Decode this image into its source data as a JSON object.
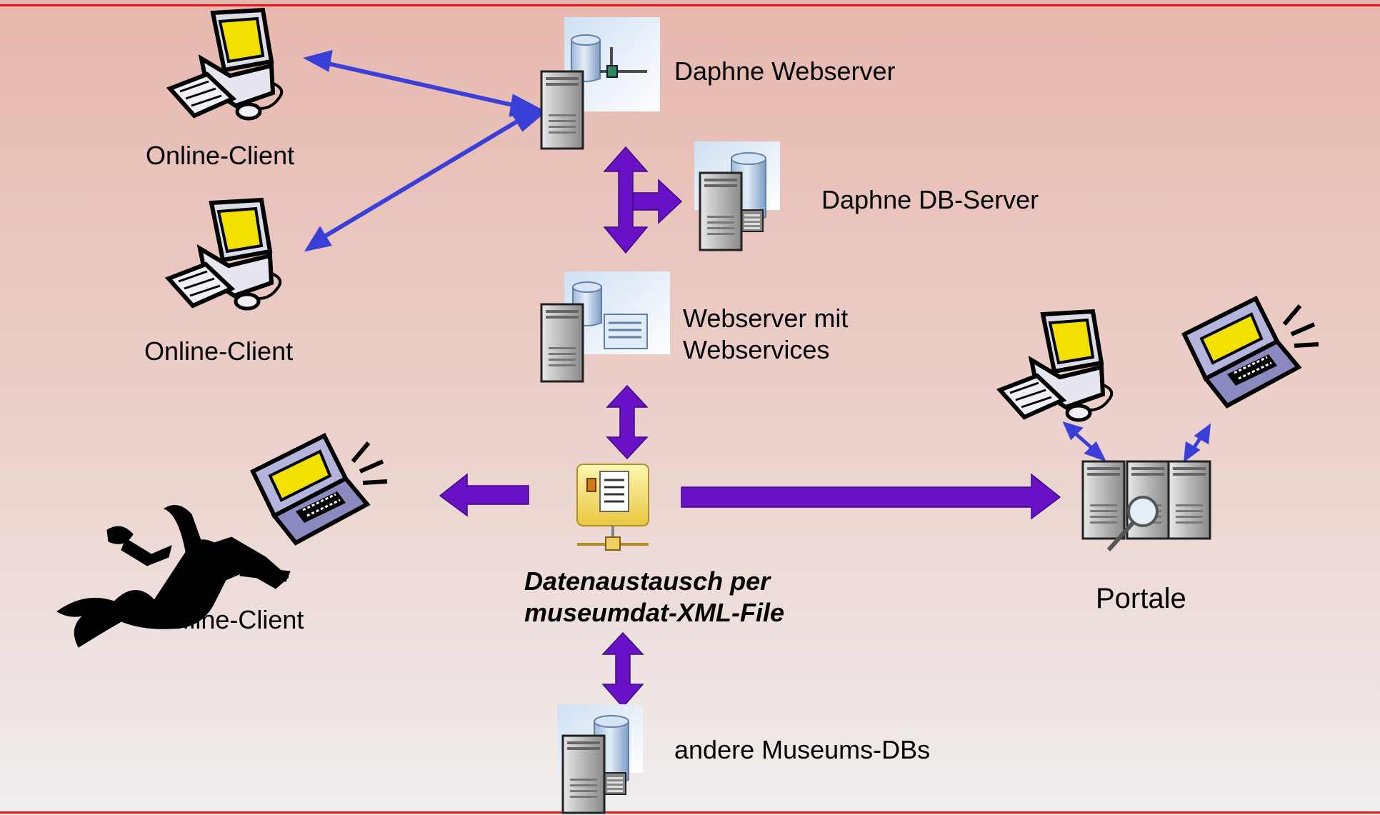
{
  "labels": {
    "daphne_webserver": "Daphne Webserver",
    "daphne_db_server": "Daphne DB-Server",
    "webserver_line1": "Webserver mit",
    "webserver_line2": "Webservices",
    "online_client_1": "Online-Client",
    "online_client_2": "Online-Client",
    "offline_client": "Offline-Client",
    "exchange_line1": "Datenaustausch per",
    "exchange_line2": "museumdat-XML-File",
    "portale": "Portale",
    "other_dbs": "andere Museums-DBs"
  },
  "colors": {
    "frame_line": "#e8121b",
    "bg_top": "#e7b8ae",
    "bg_bottom": "#f0eeee",
    "arrow_purple": "#6a11c8",
    "arrow_blue": "#3a3fd8",
    "screen_yellow": "#f2e000"
  },
  "icons": [
    "desktop-computer-icon",
    "laptop-icon",
    "running-person-icon",
    "server-tower-icon",
    "database-cylinder-icon",
    "network-icon",
    "xml-file-icon",
    "search-icon"
  ]
}
